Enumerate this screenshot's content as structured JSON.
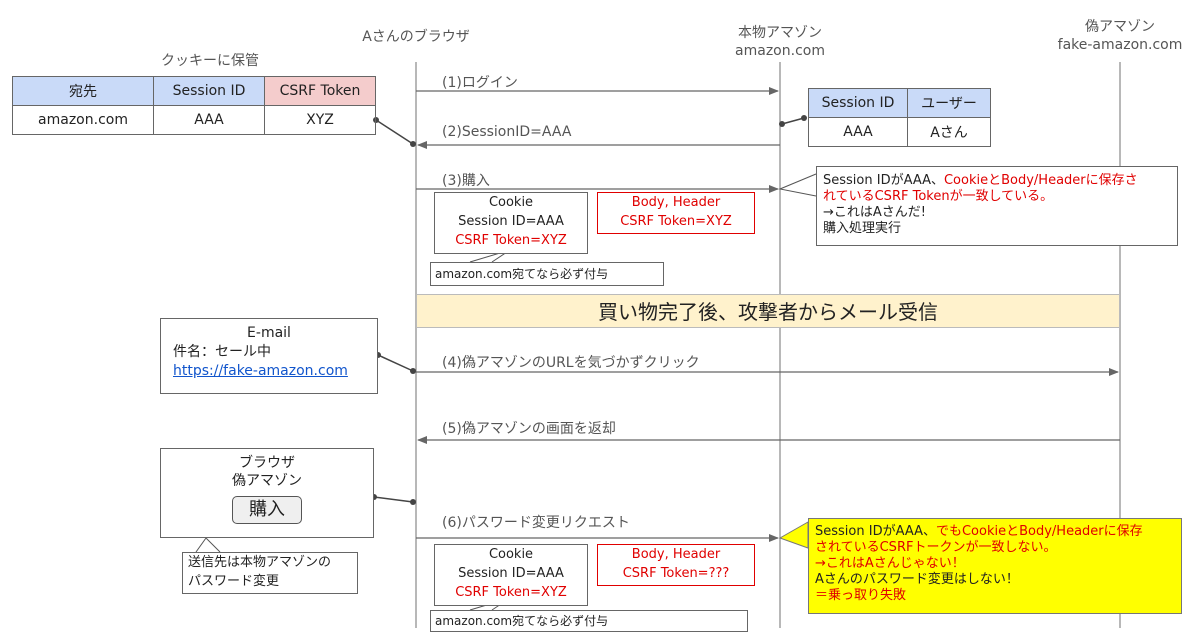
{
  "lifelines": {
    "browser": "Aさんのブラウザ",
    "real": "本物アマゾン",
    "real_domain": "amazon.com",
    "fake": "偽アマゾン",
    "fake_domain": "fake-amazon.com"
  },
  "cookie_store": {
    "caption": "クッキーに保管",
    "headers": [
      "宛先",
      "Session ID",
      "CSRF Token"
    ],
    "row": [
      "amazon.com",
      "AAA",
      "XYZ"
    ]
  },
  "server_table": {
    "headers": [
      "Session ID",
      "ユーザー"
    ],
    "row": [
      "AAA",
      "Aさん"
    ]
  },
  "messages": {
    "m1": "(1)ログイン",
    "m2": "(2)SessionID=AAA",
    "m3": "(3)購入",
    "m4": "(4)偽アマゾンのURLを気づかずクリック",
    "m5": "(5)偽アマゾンの画面を返却",
    "m6": "(6)パスワード変更リクエスト"
  },
  "req1": {
    "cookie_title": "Cookie",
    "cookie_session": "Session ID=AAA",
    "cookie_token": "CSRF Token=XYZ",
    "body_title": "Body, Header",
    "body_token": "CSRF Token=XYZ",
    "callout": "amazon.com宛てなら必ず付与"
  },
  "req2": {
    "cookie_title": "Cookie",
    "cookie_session": "Session ID=AAA",
    "cookie_token": "CSRF Token=XYZ",
    "body_title": "Body, Header",
    "body_token": "CSRF Token=???",
    "callout": "amazon.com宛てなら必ず付与"
  },
  "note1": {
    "a": "Session IDがAAA、",
    "b": "CookieとBody/Headerに保存さ",
    "c": "れているCSRF Tokenが一致している。",
    "d": "→これはAさんだ!",
    "e": "購入処理実行"
  },
  "note2": {
    "a": "Session IDがAAA、",
    "b": "でもCookieとBody/Headerに保存",
    "c": "されているCSRFトークンが一致しない。",
    "d": "→これはAさんじゃない！",
    "e": "Aさんのパスワード変更はしない！",
    "f": "＝乗っ取り失敗"
  },
  "banner": "買い物完了後、攻撃者からメール受信",
  "email": {
    "title": "E-mail",
    "subject": "件名：セール中",
    "link": "https://fake-amazon.com"
  },
  "fake_page": {
    "title1": "ブラウザ",
    "title2": "偽アマゾン",
    "button": "購入",
    "callout1": "送信先は本物アマゾンの",
    "callout2": "パスワード変更"
  }
}
